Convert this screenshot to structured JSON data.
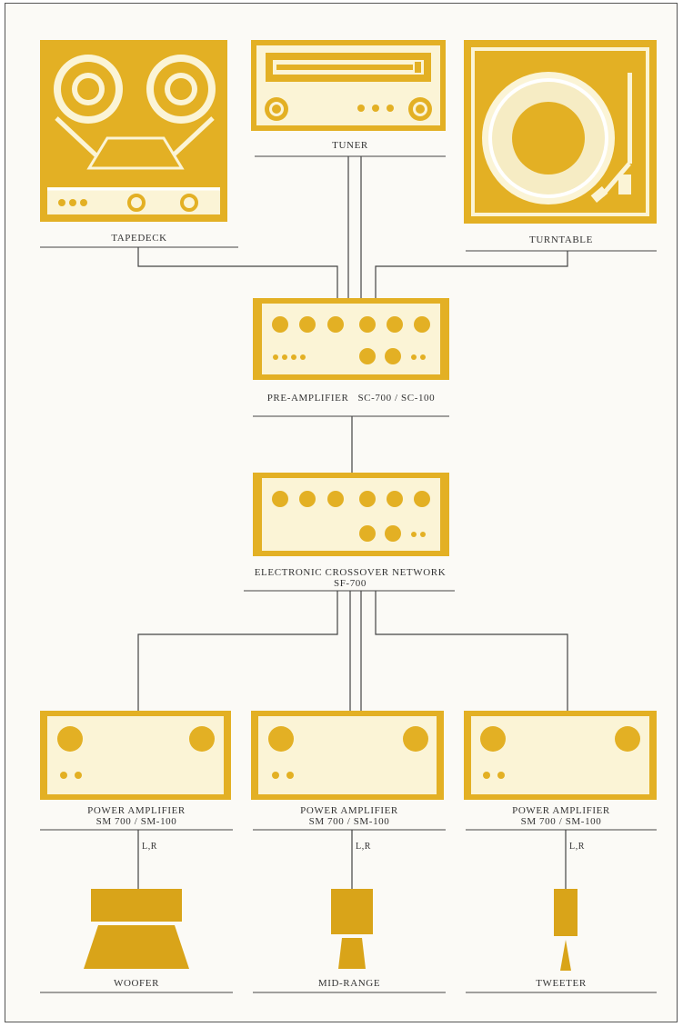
{
  "palette": {
    "gold": "#e3b024",
    "gold_dark": "#d39e17",
    "cream": "#fbf4d6",
    "white": "#ffffff",
    "wire": "#444444"
  },
  "components": {
    "tapedeck": "TAPEDECK",
    "tuner": "TUNER",
    "turntable": "TURNTABLE",
    "preamp": "PRE-AMPLIFIER   SC-700 / SC-100",
    "crossover_name": "ELECTRONIC CROSSOVER NETWORK",
    "crossover_model": "SF-700",
    "power_amp_name": "POWER AMPLIFIER",
    "power_amp_model": "SM 700 / SM-100",
    "channels": "L,R",
    "woofer": "WOOFER",
    "midrange": "MID-RANGE",
    "tweeter": "TWEETER"
  }
}
